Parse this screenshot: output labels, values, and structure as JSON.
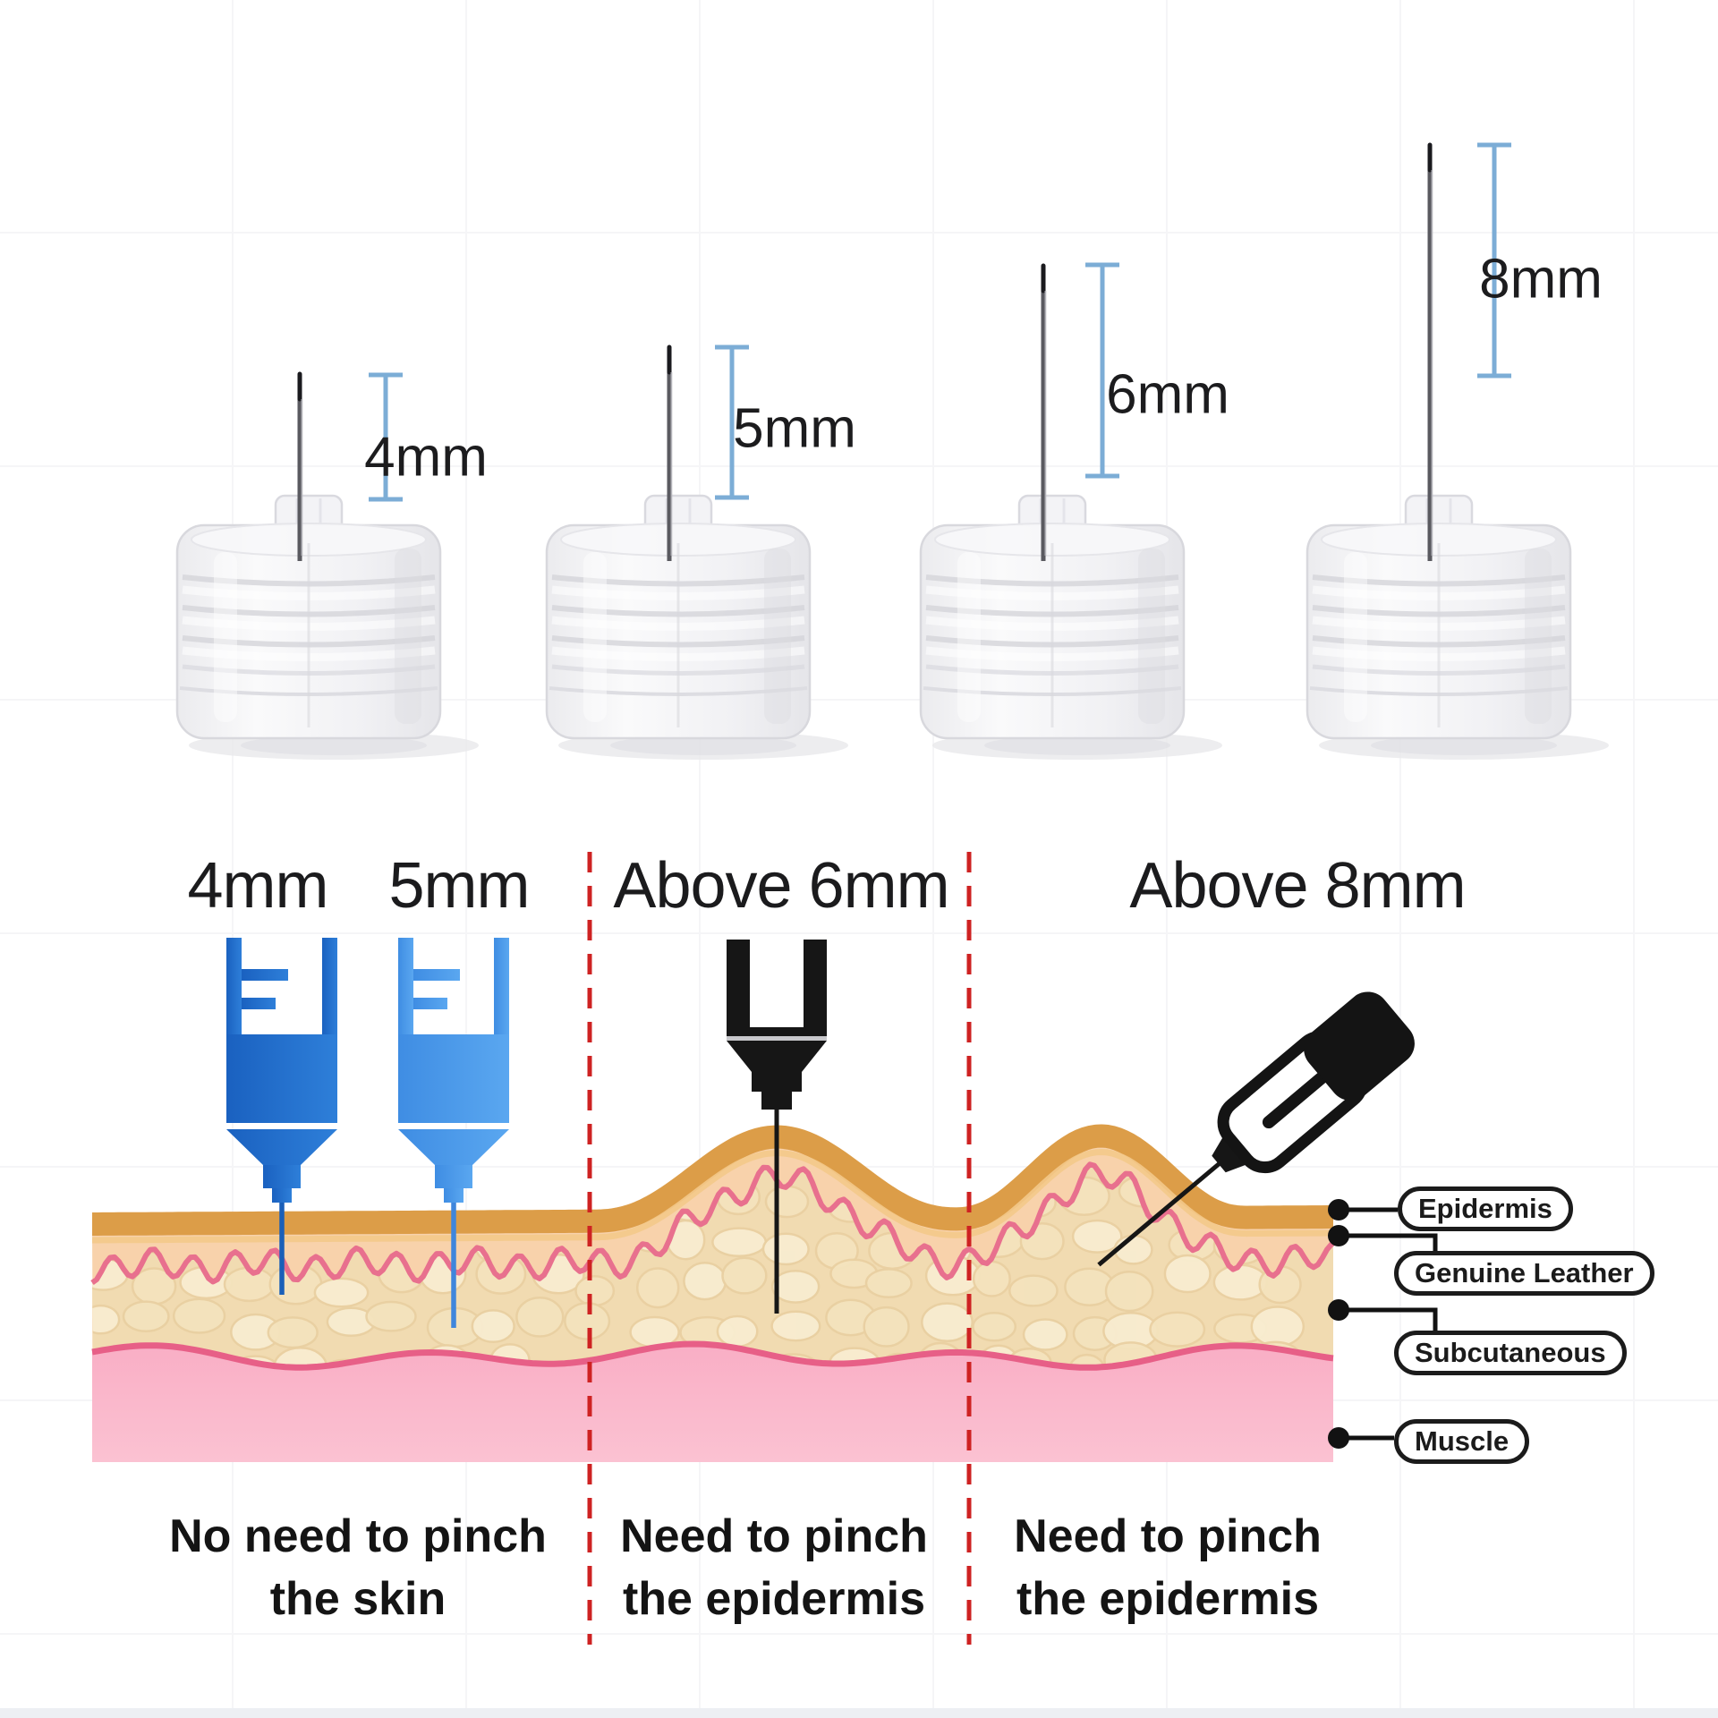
{
  "top_row": {
    "needles": [
      {
        "size": "4mm"
      },
      {
        "size": "5mm"
      },
      {
        "size": "6mm"
      },
      {
        "size": "8mm"
      }
    ]
  },
  "zones": {
    "labels": [
      "4mm",
      "5mm",
      "Above 6mm",
      "Above 8mm"
    ]
  },
  "captions": [
    {
      "line1": "No need to pinch",
      "line2": "the skin"
    },
    {
      "line1": "Need to pinch",
      "line2": "the epidermis"
    },
    {
      "line1": "Need to pinch",
      "line2": "the epidermis"
    }
  ],
  "layer_callouts": [
    "Epidermis",
    "Genuine Leather",
    "Subcutaneous",
    "Muscle"
  ],
  "colors": {
    "measure_blue": "#7cadd6",
    "divider_red": "#ce2222",
    "syringe_dark_blue_1": "#1a61c0",
    "syringe_dark_blue_2": "#2e7fd9",
    "syringe_light_blue_1": "#3f8de3",
    "syringe_light_blue_2": "#5aa7f0",
    "injector_black": "#161616",
    "epidermis_ochre": "#dc9d48",
    "epidermis_top_line": "#d3913a",
    "epidermis_under_line": "#f3c98a",
    "dermis_peach": "#f8d2ab",
    "dermis_wave_pink": "#e8708e",
    "subcut_base": "#f1dbb1",
    "pebble_light": "#f8ecd0",
    "pebble_mid": "#f4e3bd",
    "pebble_stroke": "#e9d0a2",
    "muscle_pink": "#f9aec5",
    "muscle_line": "#e75f87",
    "needle_steel": "#5a5a60",
    "needle_tip": "#1a1a1e"
  }
}
